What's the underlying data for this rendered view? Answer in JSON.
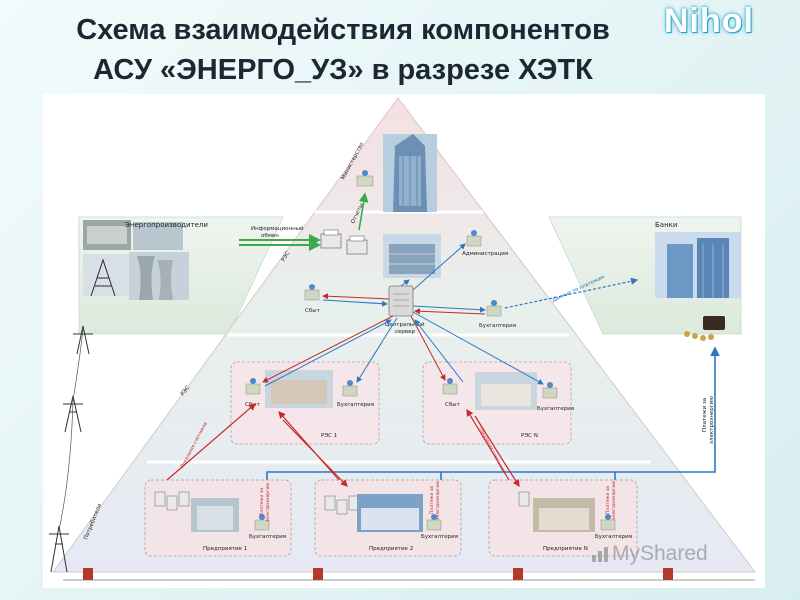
{
  "header": {
    "title_line1": "Схема взаимодействия компонентов",
    "title_line2": "АСУ «ЭНЕРГО_УЗ» в разрезе ХЭТК",
    "brand": "Nihol"
  },
  "diagram": {
    "levels": {
      "ministry": "Министерство",
      "res": "РЭС",
      "consumers": "Потребители"
    },
    "blocks": {
      "producers": "Энергопроизводители",
      "banks": "Банки"
    },
    "center": {
      "server_line1": "Центральный",
      "server_line2": "сервер",
      "administration": "Администрация",
      "sales": "Сбыт",
      "accounting": "Бухгалтерия",
      "reports": "Отчеты",
      "info_exchange_line1": "Информационный",
      "info_exchange_line2": "обмен",
      "res_ref": "РЭС"
    },
    "res_units": [
      {
        "sales": "Сбыт",
        "accounting": "Бухгалтерия",
        "name": "РЭС 1"
      },
      {
        "sales": "Сбыт",
        "accounting": "Бухгалтерия",
        "name": "РЭС N"
      }
    ],
    "enterprises": [
      {
        "name": "Предприятие 1",
        "accounting": "Бухгалтерия",
        "payments_line1": "Платежи за",
        "payments_line2": "электроэнергию"
      },
      {
        "name": "Предприятие 2",
        "accounting": "Бухгалтерия",
        "payments_line1": "Платежи за",
        "payments_line2": "электроэнергию"
      },
      {
        "name": "Предприятие N",
        "accounting": "Бухгалтерия",
        "payments_line1": "Платежи за",
        "payments_line2": "электроэнергию"
      }
    ],
    "flows": {
      "payment_data": "Данные по платежам",
      "payments_line1": "Платежи за",
      "payments_line2": "электроэнергию",
      "consumption_1": "Показания счетчиков",
      "consumption_2": "Показания счетчиков"
    }
  },
  "watermark": "MyShared",
  "colors": {
    "red_flow": "#c8282c",
    "blue_flow": "#2a78c4",
    "green_flow": "#3caa4a",
    "title": "#1c2733",
    "brand_glow": "#36b6d8"
  }
}
